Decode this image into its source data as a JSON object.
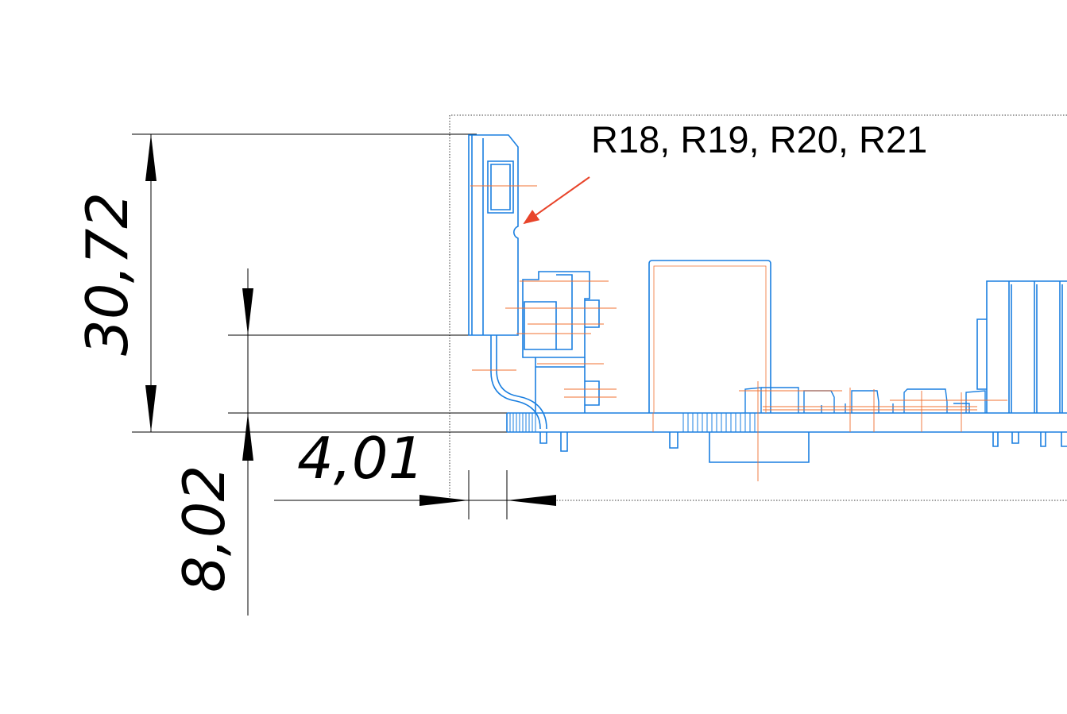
{
  "callout": {
    "label": "R18, R19, R20, R21"
  },
  "dimensions": {
    "height_total": "30,72",
    "height_lower": "8,02",
    "offset_left": "4,01"
  },
  "colors": {
    "outline": "#1a7fe0",
    "centerline": "#f07030",
    "leader_arrow": "#e8442a",
    "dimension": "#000000"
  }
}
